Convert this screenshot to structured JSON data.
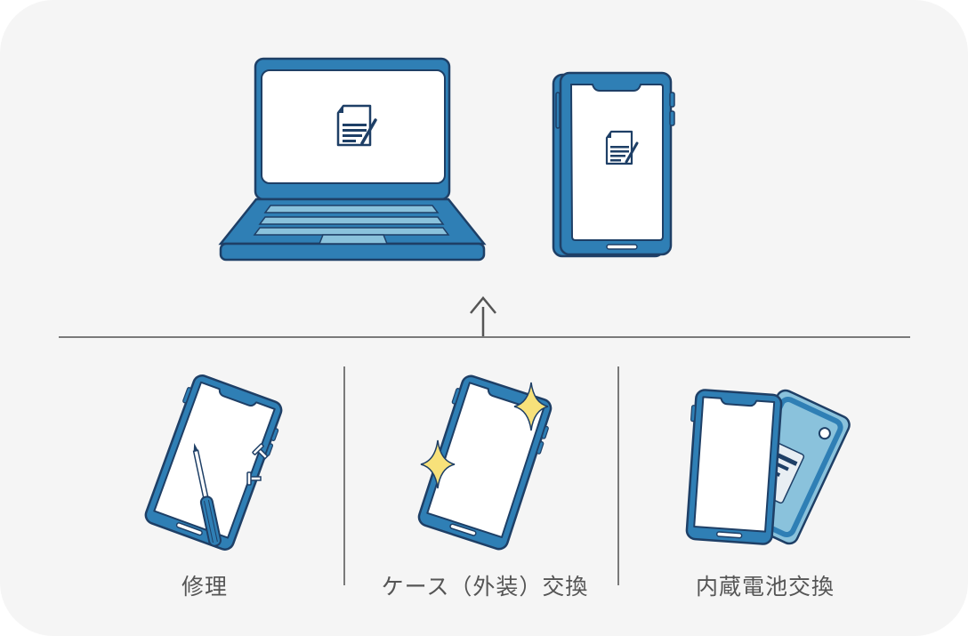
{
  "diagram": {
    "top": {
      "devices": [
        {
          "name": "laptop",
          "screen_icon": "document-edit-icon"
        },
        {
          "name": "smartphone",
          "screen_icon": "document-edit-icon"
        }
      ],
      "arrow": "arrow-up-icon"
    },
    "services": [
      {
        "label": "修理",
        "icon": "phone-with-screwdriver-icon"
      },
      {
        "label": "ケース（外装）交換",
        "icon": "phone-with-sparkles-icon"
      },
      {
        "label": "内蔵電池交換",
        "icon": "phone-open-battery-icon"
      }
    ]
  },
  "colors": {
    "background": "#f5f5f5",
    "device_blue": "#2f7fb5",
    "device_outline": "#1e3f66",
    "light_blue": "#8ac2dc",
    "screen": "#ffffff",
    "sparkle": "#f7e17a",
    "line": "#7a7a7a",
    "label_text": "#555555"
  }
}
